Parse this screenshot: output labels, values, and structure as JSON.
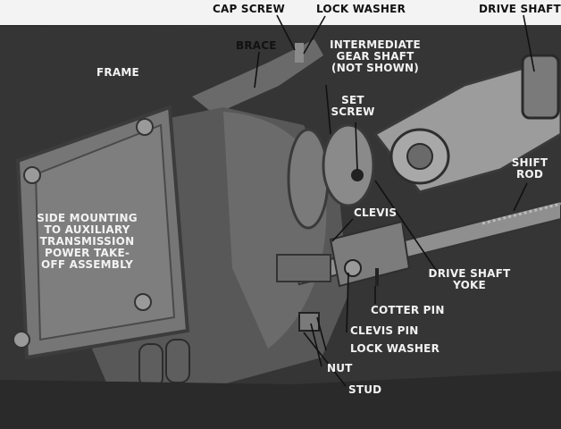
{
  "figure": {
    "labels": {
      "cap_screw": "CAP SCREW",
      "lock_washer_top": "LOCK WASHER",
      "drive_shaft": "DRIVE SHAFT",
      "brace": "BRACE",
      "frame": "FRAME",
      "intermediate_gear_shaft": "INTERMEDIATE\nGEAR SHAFT\n(NOT SHOWN)",
      "set_screw": "SET\nSCREW",
      "shift_rod": "SHIFT\nROD",
      "clevis": "CLEVIS",
      "side_mounting": "SIDE MOUNTING\nTO AUXILIARY\nTRANSMISSION\nPOWER TAKE-\nOFF ASSEMBLY",
      "drive_shaft_yoke": "DRIVE SHAFT\nYOKE",
      "cotter_pin": "COTTER PIN",
      "clevis_pin": "CLEVIS PIN",
      "lock_washer_bottom": "LOCK WASHER",
      "nut": "NUT",
      "stud": "STUD"
    },
    "colors": {
      "frame": "#3a3a3a",
      "housing": "#5a5a5a",
      "plate": "#6e6e6e",
      "shaft": "#8a8a8a",
      "leader": "#111111",
      "dark": "#1a1a1a"
    }
  }
}
